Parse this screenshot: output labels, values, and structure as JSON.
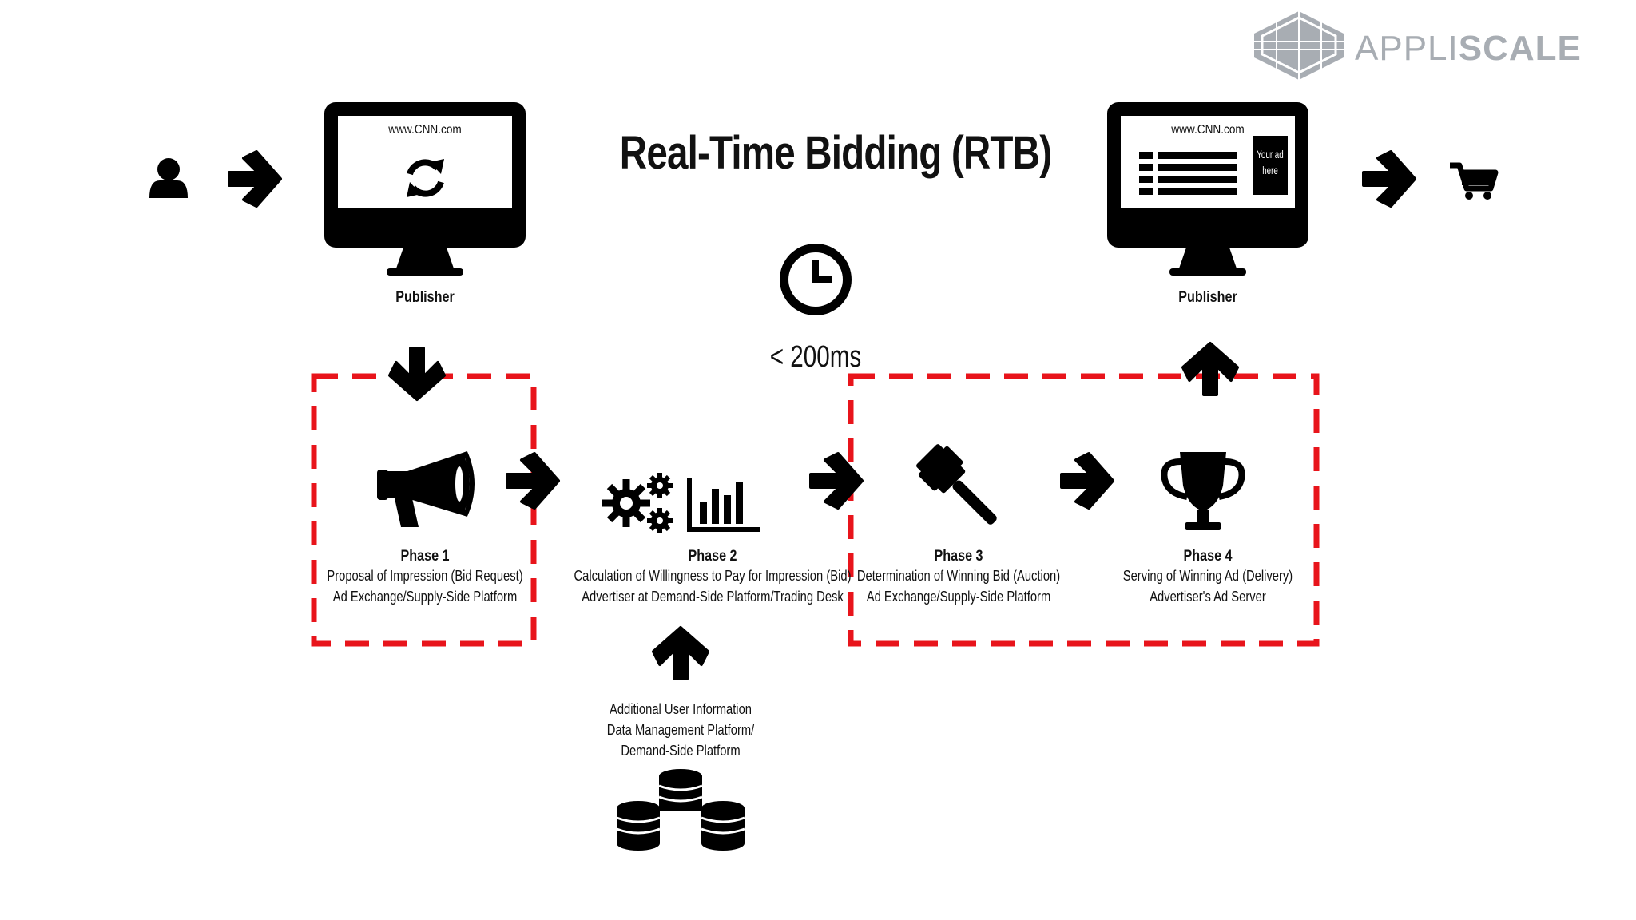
{
  "title": "Real-Time Bidding (RTB)",
  "logo": {
    "light": "APPLI",
    "bold": "SCALE"
  },
  "timer": {
    "label": "< 200ms",
    "icon": "clock-icon"
  },
  "publisher_left": {
    "url": "www.CNN.com",
    "label": "Publisher",
    "icon": "refresh-icon"
  },
  "publisher_right": {
    "url": "www.CNN.com",
    "label": "Publisher",
    "ad_line1": "Your ad",
    "ad_line2": "here"
  },
  "phases": [
    {
      "title": "Phase 1",
      "line1": "Proposal of Impression (Bid Request)",
      "line2": "Ad Exchange/Supply-Side Platform",
      "icon": "megaphone-icon"
    },
    {
      "title": "Phase 2",
      "line1": "Calculation of Willingness to Pay for Impression (Bid)",
      "line2": "Advertiser at Demand-Side Platform/Trading Desk",
      "icon": "gears-chart-icon"
    },
    {
      "title": "Phase 3",
      "line1": "Determination of Winning Bid (Auction)",
      "line2": "Ad Exchange/Supply-Side Platform",
      "icon": "gavel-icon"
    },
    {
      "title": "Phase 4",
      "line1": "Serving of Winning Ad (Delivery)",
      "line2": "Advertiser's Ad Server",
      "icon": "trophy-icon"
    }
  ],
  "data_source": {
    "line1": "Additional User Information",
    "line2": "Data Management Platform/",
    "line3": "Demand-Side Platform",
    "icon": "database-icon"
  },
  "colors": {
    "dashed_box": "#e8141b",
    "ink": "#000000",
    "logo": "#a8adb3"
  }
}
